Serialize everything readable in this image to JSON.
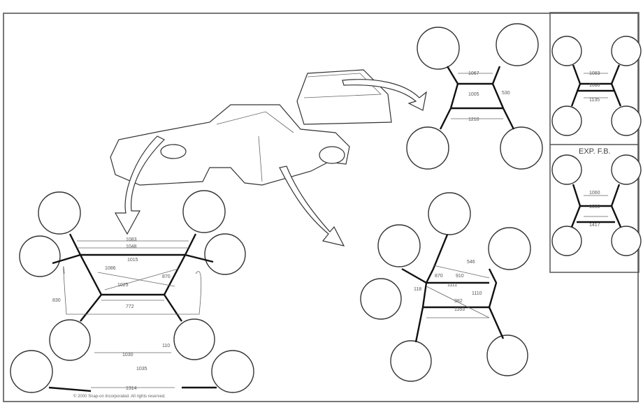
{
  "panel_label": "EXP. F.B.",
  "copyright": "© 2000 Snap-on Incorporated. All rights reserved.",
  "front_dimensions": [
    "1083",
    "1048",
    "1015",
    "1086",
    "1025",
    "870",
    "830",
    "772",
    "1030",
    "1035",
    "1314",
    "110"
  ],
  "windshield_dimensions": [
    "1067",
    "1005",
    "530",
    "1210"
  ],
  "door_dimensions": [
    "1111",
    "1110",
    "1163",
    "910",
    "870",
    "546",
    "118",
    "982"
  ],
  "right_top_dimensions": [
    "1083",
    "1080",
    "1135"
  ],
  "right_bottom_dimensions": [
    "1060",
    "1030",
    "1417"
  ]
}
